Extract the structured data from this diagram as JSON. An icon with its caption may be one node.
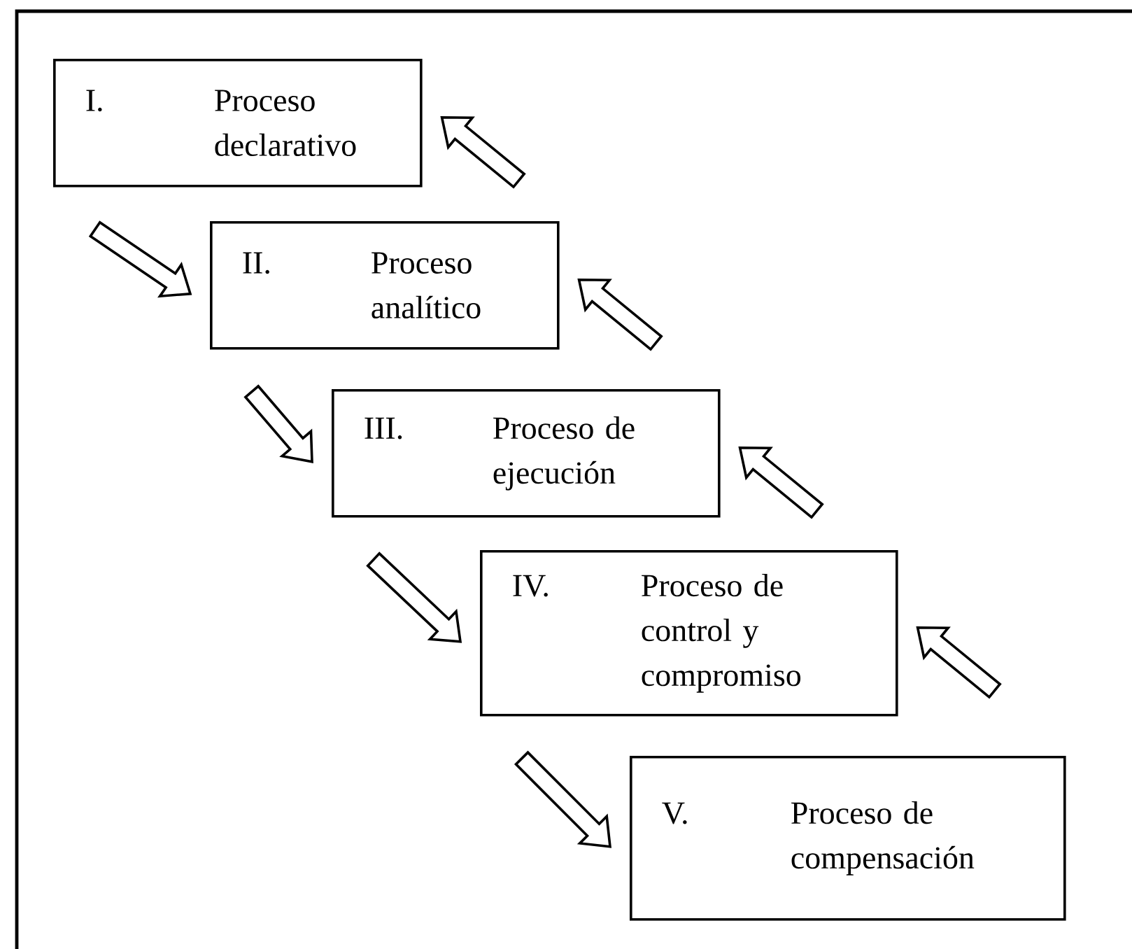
{
  "diagram": {
    "nodes": [
      {
        "text": [
          "I.",
          "Proceso declarativo"
        ]
      },
      {
        "text": [
          "II.",
          "Proceso analítico"
        ]
      },
      {
        "text": [
          "III.",
          "Proceso de ejecución"
        ]
      },
      {
        "text": [
          "IV.",
          "Proceso de control y compromiso"
        ]
      },
      {
        "text": [
          "V.",
          "Proceso de compensación"
        ]
      }
    ],
    "edges": [
      {
        "from": 0,
        "to": 1,
        "arrow": "to"
      },
      {
        "from": 1,
        "to": 2,
        "arrow": "to"
      },
      {
        "from": 2,
        "to": 3,
        "arrow": "to"
      },
      {
        "from": 3,
        "to": 4,
        "arrow": "to"
      },
      {
        "from": null,
        "to": 0,
        "arrow": "to"
      },
      {
        "from": null,
        "to": 1,
        "arrow": "to"
      },
      {
        "from": null,
        "to": 2,
        "arrow": "to"
      },
      {
        "from": null,
        "to": 3,
        "arrow": "to"
      }
    ]
  }
}
